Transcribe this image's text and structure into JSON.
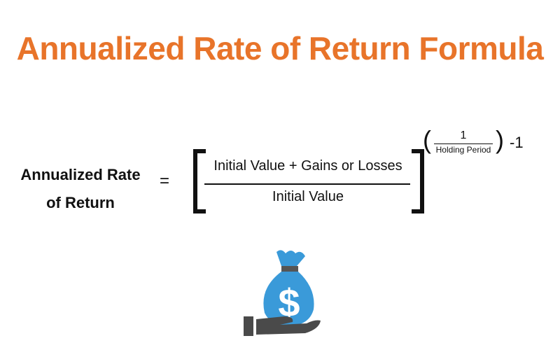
{
  "title": "Annualized Rate of Return Formula",
  "lhs": {
    "line1": "Annualized Rate",
    "line2": "of Return"
  },
  "equals": "=",
  "fraction": {
    "numerator": "Initial Value + Gains or Losses",
    "denominator": "Initial Value"
  },
  "exponent": {
    "numerator": "1",
    "denominator": "Holding Period",
    "suffix": "-1"
  },
  "colors": {
    "title": "#e8742a",
    "bag": "#3a9ad9",
    "hand": "#4a4a4a"
  },
  "icon": "money-bag-in-hand-icon"
}
